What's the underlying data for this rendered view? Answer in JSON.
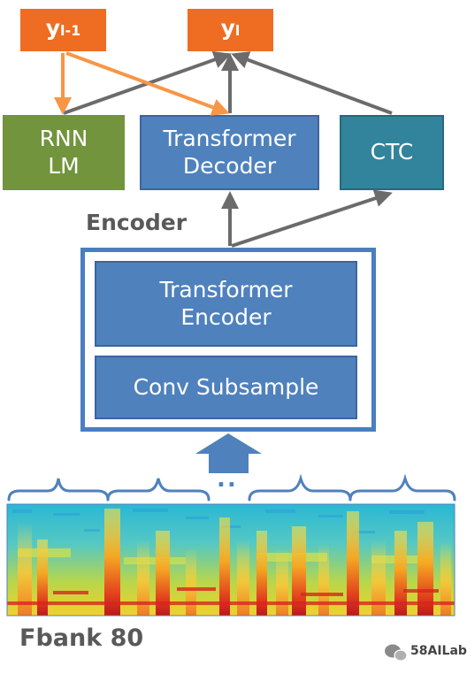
{
  "outputs": {
    "prev_main": "y",
    "prev_sub": "l-1",
    "curr_main": "y",
    "curr_sub": "l"
  },
  "blocks": {
    "rnn_lm_line1": "RNN",
    "rnn_lm_line2": "LM",
    "decoder_line1": "Transformer",
    "decoder_line2": "Decoder",
    "ctc": "CTC"
  },
  "encoder": {
    "label": "Encoder",
    "transformer_line1": "Transformer",
    "transformer_line2": "Encoder",
    "subsample": "Conv Subsample"
  },
  "input": {
    "label": "Fbank 80",
    "ellipsis": ".."
  },
  "watermark": {
    "text": "58AILab",
    "icon": "wechat-icon"
  },
  "colors": {
    "output_orange": "#ee6d22",
    "rnn_green": "#71943c",
    "transformer_blue": "#4f81bd",
    "ctc_teal": "#31849b",
    "arrow_gray": "#6b6b6b",
    "arrow_orange": "#f79646"
  }
}
